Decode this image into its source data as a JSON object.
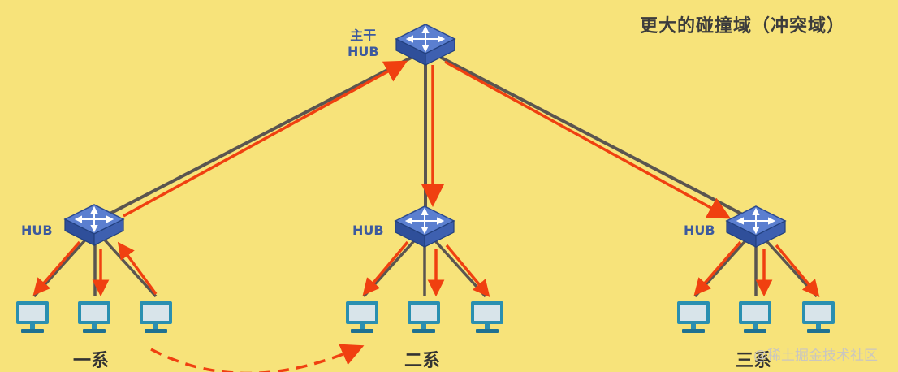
{
  "title": "更大的碰撞域（冲突域）",
  "hubs": {
    "main_label_line1": "主干",
    "main_label_line2": "HUB",
    "left_label": "HUB",
    "middle_label": "HUB",
    "right_label": "HUB"
  },
  "groups": {
    "left": "一系",
    "middle": "二系",
    "right": "三系"
  },
  "watermark": "@稀土掘金技术社区",
  "colors": {
    "background": "#f7e37a",
    "cable": "#5a5550",
    "signal_arrow": "#f04010",
    "hub_blue": "#3f63b4",
    "monitor_teal": "#2a8fb0"
  },
  "icons": [
    "hub-switch-icon",
    "computer-monitor-icon"
  ]
}
